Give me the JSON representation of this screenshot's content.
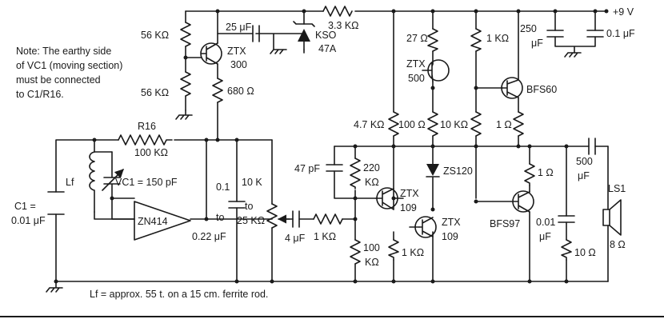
{
  "supply": "+9 V",
  "note": {
    "lines": [
      "Note: The earthy side",
      "of VC1 (moving section)",
      "must be connected",
      "to C1/R16."
    ]
  },
  "footnote": "Lf = approx. 55 t. on a 15 cm. ferrite rod.",
  "labels": {
    "r_56k_top": "56 KΩ",
    "r_56k_bot": "56 KΩ",
    "q_ztx300_name": "ZTX",
    "q_ztx300_num": "300",
    "r_680": "680 Ω",
    "c_25uf": "25 μF",
    "d_kso_name": "KSO",
    "d_kso_num": "47A",
    "r_3k3": "3.3 KΩ",
    "r_27": "27 Ω",
    "r_1k_top": "1 KΩ",
    "q_ztx500_name": "ZTX",
    "q_ztx500_num": "500",
    "q_bfs60": "BFS60",
    "c_250": "250",
    "c_250_unit": "μF",
    "c_0_1uf": "0.1 μF",
    "r_4k7": "4.7 KΩ",
    "r_100_mid": "100 Ω",
    "r_10k_mid": "10 KΩ",
    "r_1_mid": "1 Ω",
    "r16_name": "R16",
    "r16_val": "100 KΩ",
    "lf": "Lf",
    "vc1": "VC1 = 150 pF",
    "c1_name": "C1 =",
    "c1_val": "0.01 μF",
    "ic": "ZN414",
    "c_01_a": "0.1",
    "c_01_b": "to",
    "c_01_c": "0.22 μF",
    "pot_a": "10 K",
    "pot_b": "to",
    "pot_c": "25 KΩ",
    "c_4uf": "4 μF",
    "r_1k_in": "1 KΩ",
    "c_47pf": "47 pF",
    "r_220k_a": "220",
    "r_220k_b": "KΩ",
    "q_ztx109a_name": "ZTX",
    "q_ztx109a_num": "109",
    "q_ztx109b_name": "ZTX",
    "q_ztx109b_num": "109",
    "d_zs120": "ZS120",
    "r_100k_a": "100",
    "r_100k_b": "KΩ",
    "r_1k_low": "1 KΩ",
    "r_1_right": "1 Ω",
    "q_bfs97": "BFS97",
    "c_500_a": "500",
    "c_500_b": "μF",
    "c_001_a": "0.01",
    "c_001_b": "μF",
    "r_10_low": "10 Ω",
    "ls1": "LS1",
    "ls_imp": "8 Ω"
  }
}
